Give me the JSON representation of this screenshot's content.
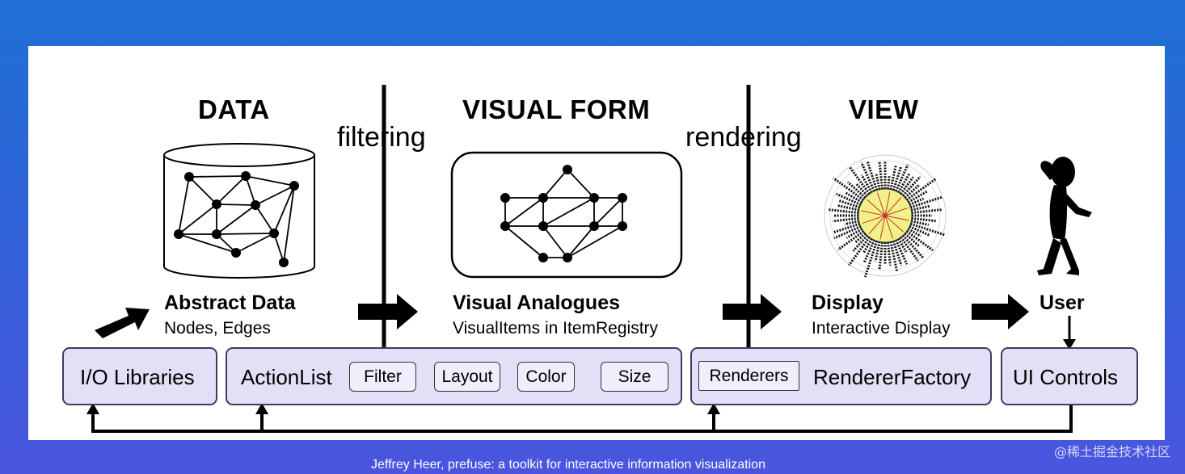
{
  "stages": {
    "data_title": "DATA",
    "visual_form_title": "VISUAL FORM",
    "view_title": "VIEW",
    "filtering_label": "filtering",
    "rendering_label": "rendering"
  },
  "labels": {
    "abstract_data": "Abstract Data",
    "nodes_edges": "Nodes, Edges",
    "visual_analogues": "Visual Analogues",
    "visual_items": "VisualItems in ItemRegistry",
    "display": "Display",
    "interactive_display": "Interactive Display",
    "user": "User"
  },
  "boxes": {
    "io_libraries": "I/O Libraries",
    "action_list": "ActionList",
    "filter": "Filter",
    "layout": "Layout",
    "color": "Color",
    "size": "Size",
    "renderers": "Renderers",
    "renderer_factory": "RendererFactory",
    "ui_controls": "UI Controls"
  },
  "caption": "Jeffrey Heer, prefuse: a toolkit for interactive information visualization",
  "watermark": "@稀土掘金技术社区",
  "colors": {
    "background_top": "#1f6fd6",
    "background_bottom": "#4a55df",
    "box_fill": "#e2e0f6",
    "radial_center": "#f3f08a"
  }
}
